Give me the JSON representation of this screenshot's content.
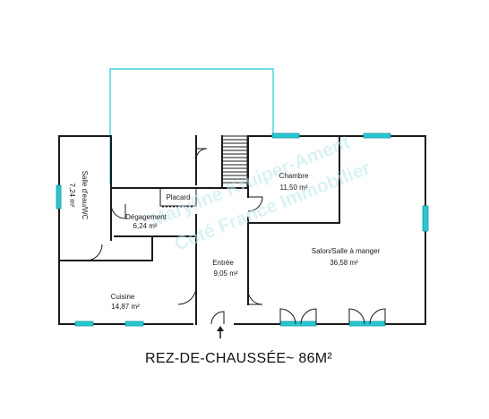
{
  "plan": {
    "title": "REZ-DE-CHAUSSÉE",
    "area": "~ 86M²",
    "colors": {
      "walls": "#1a1a1a",
      "windows": "#29c7d1",
      "terrace": "#3fd3dd",
      "watermark": "#bfe8ee"
    }
  },
  "rooms": {
    "sdb": {
      "name": "Salle d'eau/WC",
      "area": "7,24 m²"
    },
    "degagement": {
      "name": "Dégagement",
      "area": "6,24 m²"
    },
    "placard": {
      "name": "Placard"
    },
    "chambre": {
      "name": "Chambre",
      "area": "11,50 m²"
    },
    "entree": {
      "name": "Entrée",
      "area": "9,05 m²"
    },
    "salon": {
      "name": "Salon/Salle à manger",
      "area": "36,58 m²"
    },
    "cuisine": {
      "name": "Cuisine",
      "area": "14,87 m²"
    }
  },
  "watermark": {
    "line1": "Maryline Kruiper-Ament",
    "line2": "Coté France Immobilier"
  }
}
